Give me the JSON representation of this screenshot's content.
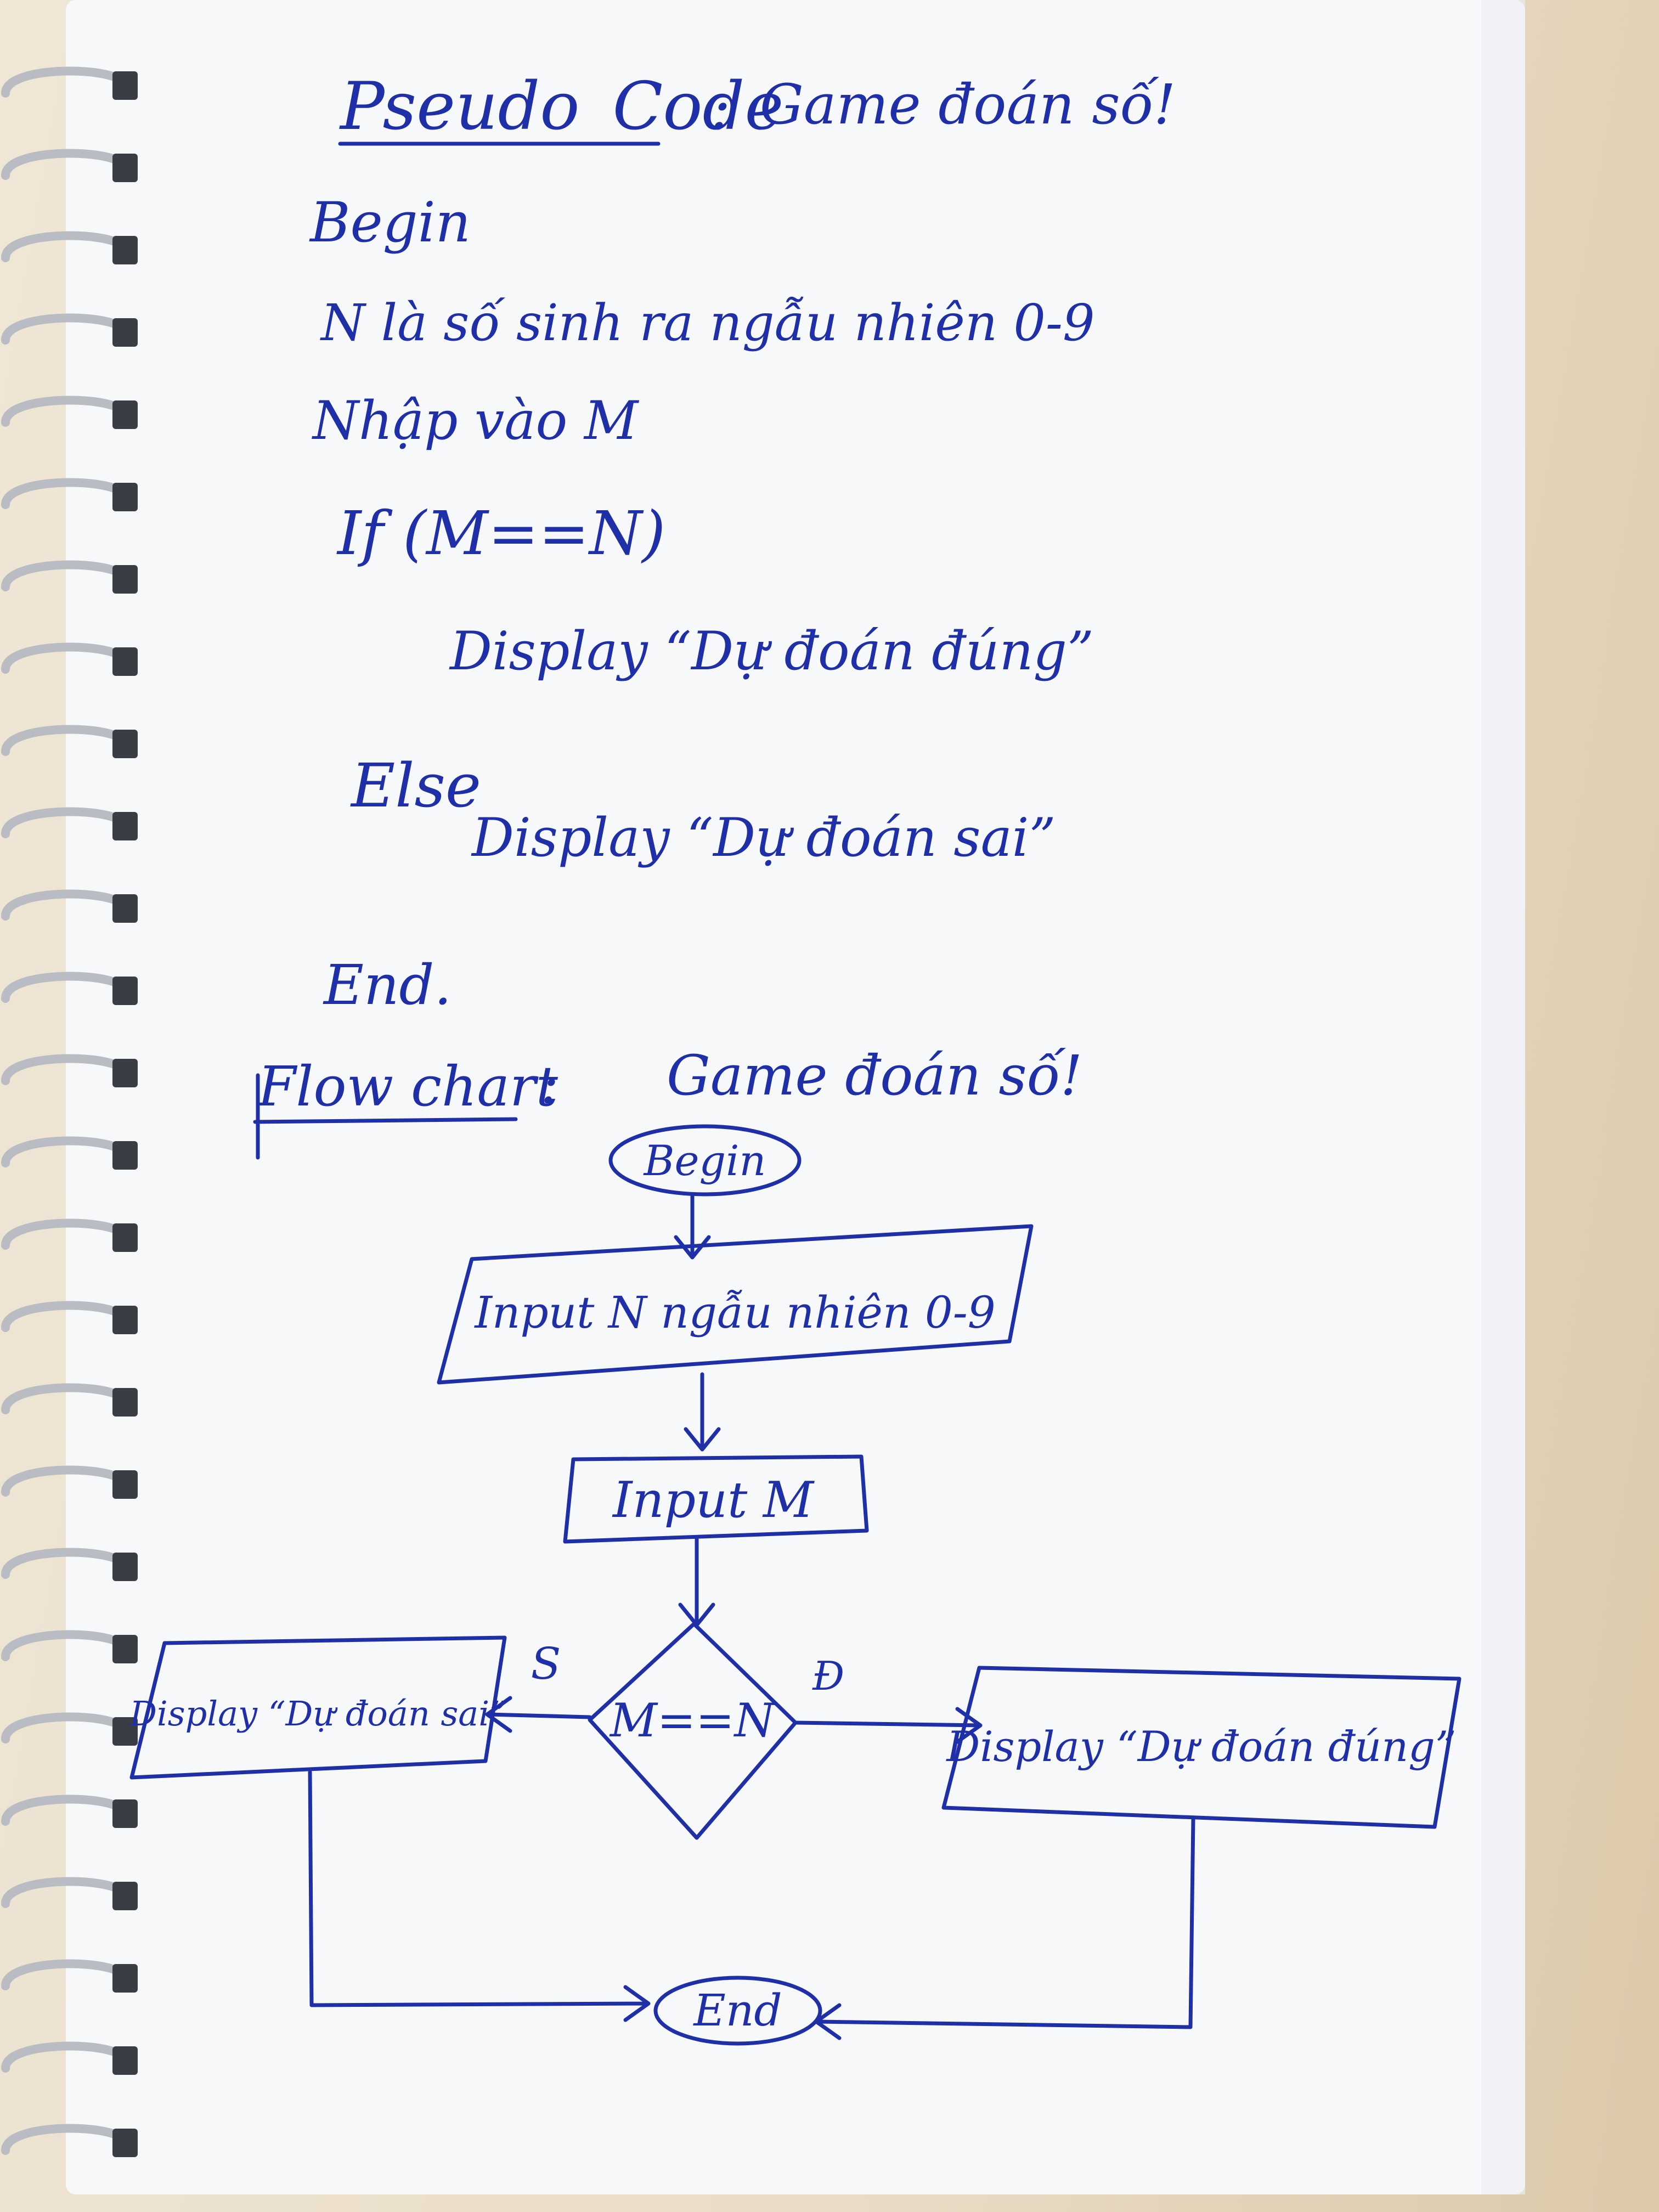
{
  "pseudocode": {
    "heading": "Pseudo_Code",
    "colon": ":",
    "subtitle": "Game đoán số!",
    "lines": [
      "Begin",
      "N là số sinh ra ngẫu nhiên 0-9",
      "Nhập vào M",
      "If (M==N)",
      "Display “Dự đoán đúng”",
      "Else",
      "Display “Dự đoán sai”",
      "End."
    ]
  },
  "flowchart": {
    "heading": "Flow chart",
    "colon": ":",
    "subtitle": "Game đoán số!",
    "begin": "Begin",
    "input_n": "Input N ngẫu nhiên 0-9",
    "input_m": "Input M",
    "decision": "M==N",
    "false_label": "S",
    "true_label": "Đ",
    "display_wrong": "Display “Dự đoán sai”",
    "display_right": "Display “Dự đoán đúng”",
    "end": "End"
  },
  "colors": {
    "ink": "#1f2fa8",
    "paper": "#f6f7f9",
    "desk": "#e9dcc7"
  }
}
